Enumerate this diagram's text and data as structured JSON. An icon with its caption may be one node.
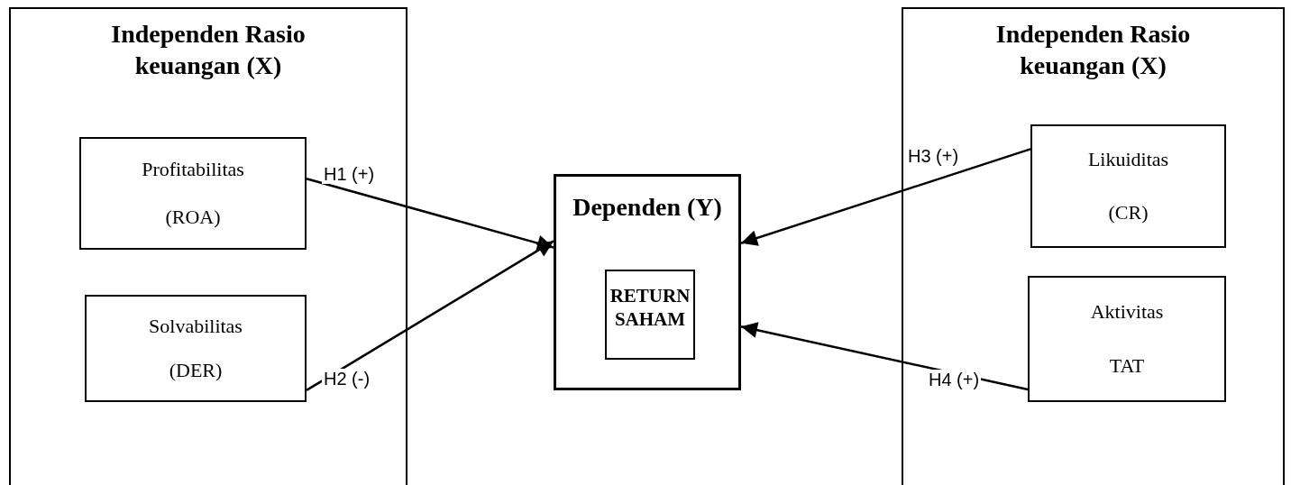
{
  "diagram": {
    "nodes": [
      {
        "text": [
          "Independen Rasio keuangan (X)"
        ]
      },
      {
        "text": [
          "Profitabilitas",
          "(ROA)"
        ],
        "in": 0
      },
      {
        "text": [
          "Solvabilitas",
          "(DER)"
        ],
        "in": 0
      },
      {
        "text": [
          "Dependen (Y)"
        ]
      },
      {
        "text": [
          "RETURN SAHAM"
        ],
        "in": 3
      },
      {
        "text": [
          "Independen Rasio keuangan (X)"
        ]
      },
      {
        "text": [
          "Likuiditas",
          "(CR)"
        ],
        "in": 5
      },
      {
        "text": [
          "Aktivitas",
          "TAT"
        ],
        "in": 5
      }
    ],
    "edges": [
      {
        "from": 1,
        "to": 3,
        "arrow": "to",
        "label": "H1 (+)"
      },
      {
        "from": 2,
        "to": 3,
        "arrow": "to",
        "label": "H2 (-)"
      },
      {
        "from": 6,
        "to": 3,
        "arrow": "to",
        "label": "H3 (+)"
      },
      {
        "from": 7,
        "to": 3,
        "arrow": "to",
        "label": "H4 (+)"
      }
    ]
  }
}
